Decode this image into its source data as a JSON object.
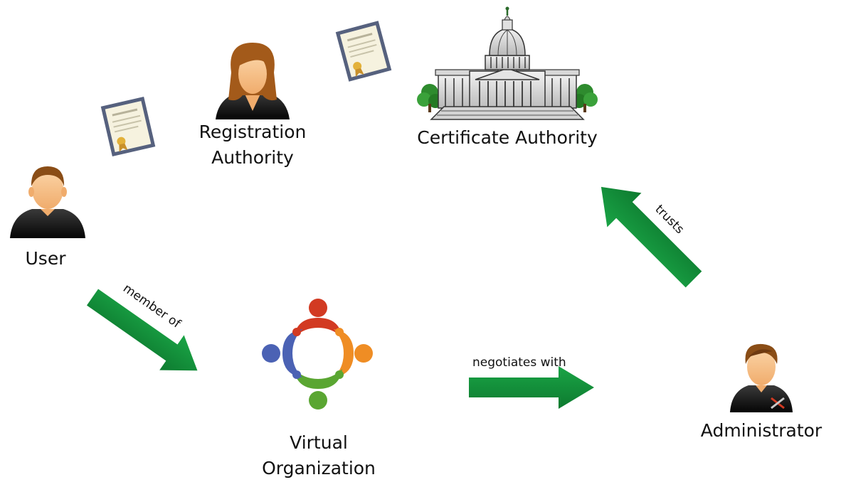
{
  "nodes": {
    "user": {
      "label": "User",
      "icon": "user-person-icon"
    },
    "registration_authority": {
      "line1": "Registration",
      "line2": "Authority",
      "icon": "registration-authority-person-icon"
    },
    "certificate_authority": {
      "label": "Certificate Authority",
      "icon": "capitol-building-icon"
    },
    "virtual_organization": {
      "line1": "Virtual",
      "line2": "Organization",
      "icon": "group-circle-icon"
    },
    "administrator": {
      "label": "Administrator",
      "icon": "administrator-person-icon"
    }
  },
  "edges": {
    "member_of": "member of",
    "negotiates_with": "negotiates with",
    "trusts": "trusts"
  },
  "documents": {
    "certificate_1": {
      "icon": "certificate-document-icon"
    },
    "certificate_2": {
      "icon": "certificate-document-icon"
    }
  },
  "colors": {
    "arrow": "#14913a",
    "arrow_dark": "#0b6a28",
    "skin": "#f6c18c",
    "hair_user": "#8a4d16",
    "hair_female": "#a35a1a",
    "clothing": "#111111",
    "vo_red": "#d23a22",
    "vo_orange": "#ef8d24",
    "vo_green": "#5aa632",
    "vo_blue": "#4b62b4",
    "tree_green": "#2e8b2e",
    "cert_frame": "#56617e",
    "cert_paper": "#f6f2df",
    "seal": "#e3b13a"
  }
}
